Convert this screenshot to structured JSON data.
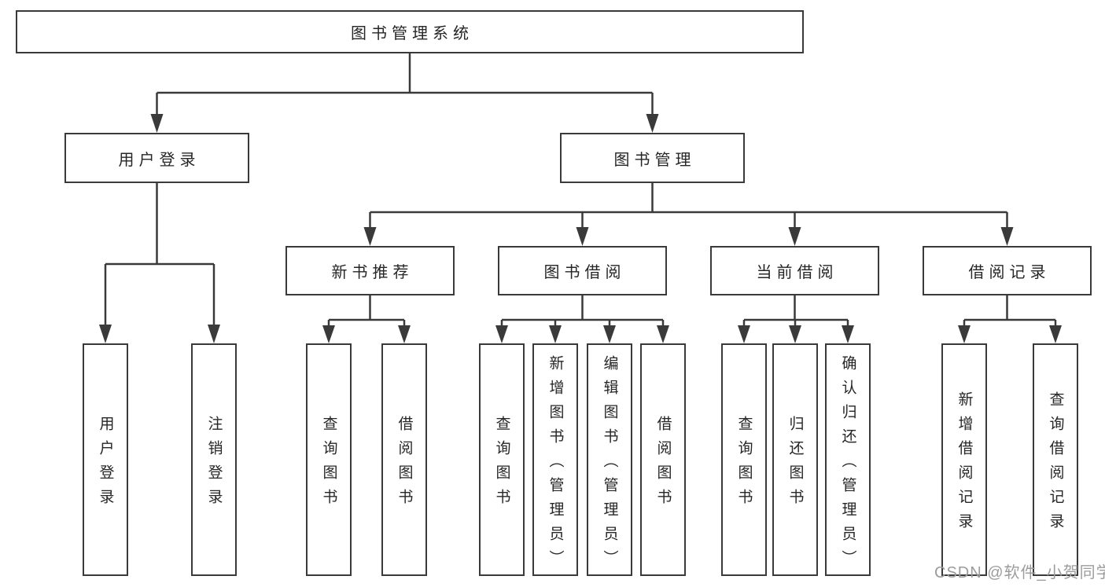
{
  "colors": {
    "background": "#ffffff",
    "line": "#3a3a3a",
    "text": "#262626",
    "watermark": "#9c9c9c"
  },
  "tree": {
    "label": "图书管理系统",
    "children": [
      {
        "label": "用户登录",
        "children": [
          {
            "label": "用户登录"
          },
          {
            "label": "注销登录"
          }
        ]
      },
      {
        "label": "图书管理",
        "children": [
          {
            "label": "新书推荐",
            "children": [
              {
                "label": "查询图书"
              },
              {
                "label": "借阅图书"
              }
            ]
          },
          {
            "label": "图书借阅",
            "children": [
              {
                "label": "查询图书"
              },
              {
                "label": "新增图书（管理员）"
              },
              {
                "label": "编辑图书（管理员）"
              },
              {
                "label": "借阅图书"
              }
            ]
          },
          {
            "label": "当前借阅",
            "children": [
              {
                "label": "查询图书"
              },
              {
                "label": "归还图书"
              },
              {
                "label": "确认归还（管理员）"
              }
            ]
          },
          {
            "label": "借阅记录",
            "children": [
              {
                "label": "新增借阅记录"
              },
              {
                "label": "查询借阅记录"
              }
            ]
          }
        ]
      }
    ]
  },
  "watermark": {
    "text": "CSDN @软件_小贺同学"
  }
}
